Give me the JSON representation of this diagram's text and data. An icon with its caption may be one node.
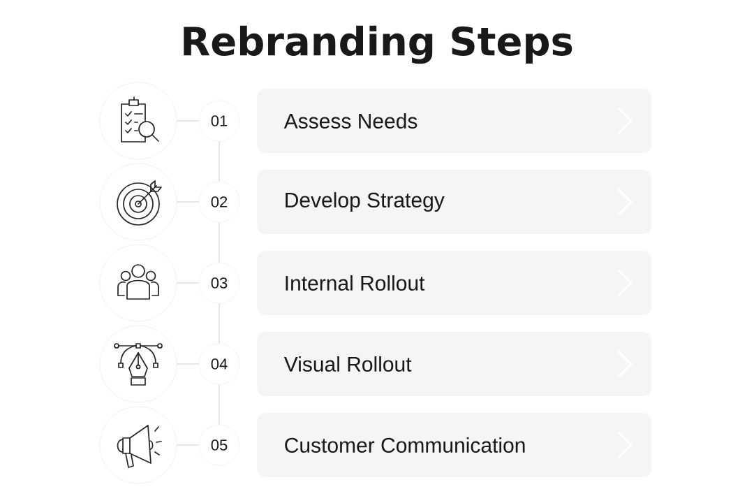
{
  "diagram": {
    "title": "Rebranding Steps",
    "nodes": [
      {
        "text": [],
        "shape": "circle"
      },
      {
        "text": [
          "01"
        ]
      },
      {
        "text": [
          "Assess Needs"
        ]
      },
      {
        "text": [],
        "shape": "circle"
      },
      {
        "text": [
          "02"
        ]
      },
      {
        "text": [
          "Develop Strategy"
        ]
      },
      {
        "text": [],
        "shape": "circle"
      },
      {
        "text": [
          "03"
        ]
      },
      {
        "text": [
          "Internal Rollout"
        ]
      },
      {
        "text": [],
        "shape": "circle"
      },
      {
        "text": [
          "04"
        ]
      },
      {
        "text": [
          "Visual Rollout"
        ]
      },
      {
        "text": [],
        "shape": "circle"
      },
      {
        "text": [
          "05"
        ]
      },
      {
        "text": [
          "Customer Communication"
        ]
      }
    ],
    "edges": [
      {
        "from": 0,
        "to": 1,
        "arrow": "none"
      },
      {
        "from": 1,
        "to": 4,
        "arrow": "none"
      },
      {
        "from": 3,
        "to": 4,
        "arrow": "none"
      },
      {
        "from": 4,
        "to": 7,
        "arrow": "none"
      },
      {
        "from": 6,
        "to": 7,
        "arrow": "none"
      },
      {
        "from": 7,
        "to": 10,
        "arrow": "none"
      },
      {
        "from": 9,
        "to": 10,
        "arrow": "none"
      },
      {
        "from": 10,
        "to": 13,
        "arrow": "none"
      },
      {
        "from": 12,
        "to": 13,
        "arrow": "none"
      }
    ]
  }
}
